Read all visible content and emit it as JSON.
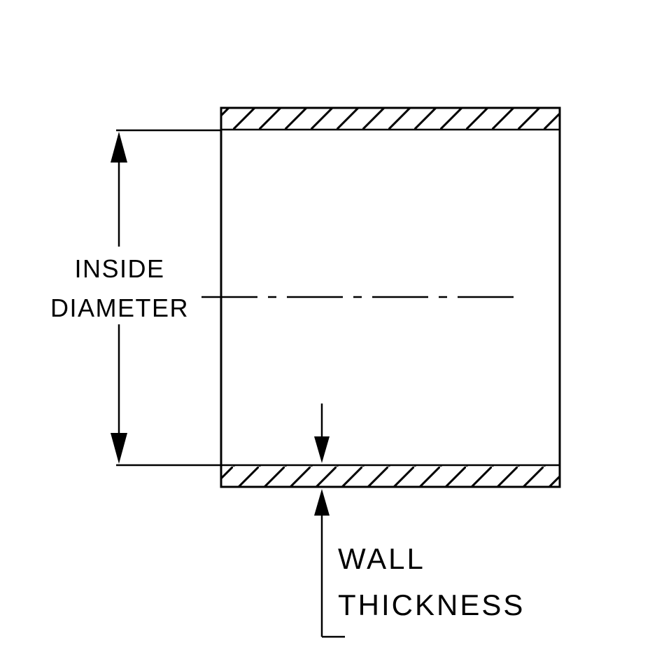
{
  "diagram": {
    "labels": {
      "inside_diameter": {
        "line1": "INSIDE",
        "line2": "DIAMETER"
      },
      "wall_thickness": {
        "line1": "WALL",
        "line2": "THICKNESS"
      }
    },
    "colors": {
      "line": "#000000",
      "background": "#ffffff"
    }
  }
}
